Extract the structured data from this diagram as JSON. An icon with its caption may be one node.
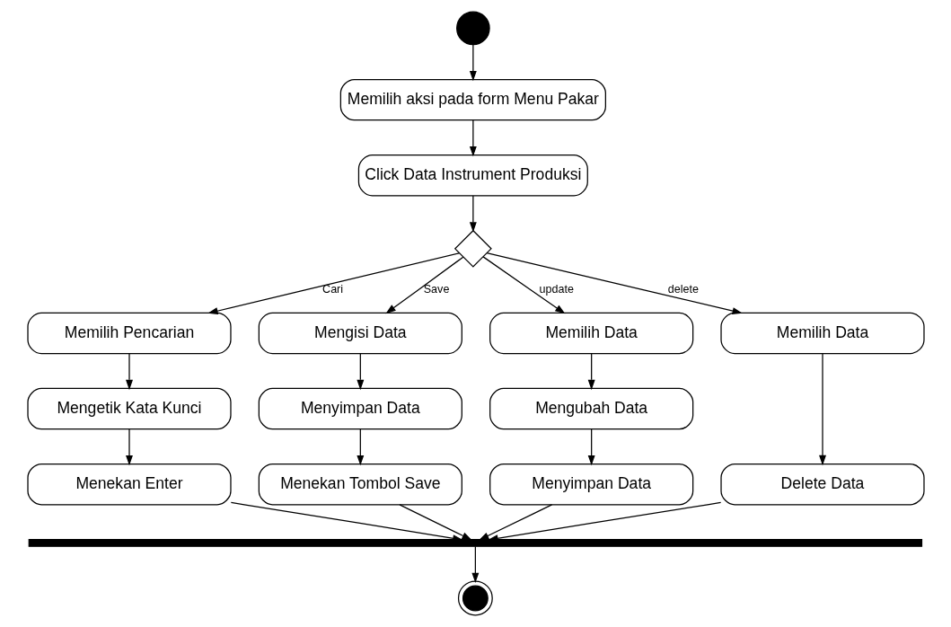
{
  "diagram": {
    "nodes": [
      {
        "text": [],
        "shape": "circle"
      },
      {
        "text": [
          "Memilih aksi pada form Menu Pakar"
        ]
      },
      {
        "text": [
          "Click Data Instrument Produksi"
        ]
      },
      {
        "text": [],
        "shape": "diamond"
      },
      {
        "text": [
          "Memilih Pencarian"
        ]
      },
      {
        "text": [
          "Mengisi Data"
        ]
      },
      {
        "text": [
          "Memilih Data"
        ]
      },
      {
        "text": [
          "Memilih Data"
        ]
      },
      {
        "text": [
          "Mengetik Kata Kunci"
        ]
      },
      {
        "text": [
          "Menyimpan Data"
        ]
      },
      {
        "text": [
          "Mengubah Data"
        ]
      },
      {
        "text": [
          "Menekan Enter"
        ]
      },
      {
        "text": [
          "Menekan Tombol Save"
        ]
      },
      {
        "text": [
          "Menyimpan Data"
        ]
      },
      {
        "text": [
          "Delete Data"
        ]
      },
      {
        "text": [],
        "shape": "bar"
      },
      {
        "text": [],
        "shape": "circle"
      }
    ],
    "edges": [
      {
        "from": 0,
        "to": 1,
        "arrow": "to"
      },
      {
        "from": 1,
        "to": 2,
        "arrow": "to"
      },
      {
        "from": 2,
        "to": 3,
        "arrow": "to"
      },
      {
        "from": 3,
        "to": 4,
        "arrow": "to",
        "label": "Cari"
      },
      {
        "from": 3,
        "to": 5,
        "arrow": "to",
        "label": "Save"
      },
      {
        "from": 3,
        "to": 6,
        "arrow": "to",
        "label": "update"
      },
      {
        "from": 3,
        "to": 7,
        "arrow": "to",
        "label": "delete"
      },
      {
        "from": 4,
        "to": 8,
        "arrow": "to"
      },
      {
        "from": 8,
        "to": 11,
        "arrow": "to"
      },
      {
        "from": 5,
        "to": 9,
        "arrow": "to"
      },
      {
        "from": 9,
        "to": 12,
        "arrow": "to"
      },
      {
        "from": 6,
        "to": 10,
        "arrow": "to"
      },
      {
        "from": 10,
        "to": 13,
        "arrow": "to"
      },
      {
        "from": 7,
        "to": 14,
        "arrow": "to"
      },
      {
        "from": 11,
        "to": 15,
        "arrow": "to"
      },
      {
        "from": 12,
        "to": 15,
        "arrow": "to"
      },
      {
        "from": 13,
        "to": 15,
        "arrow": "to"
      },
      {
        "from": 14,
        "to": 15,
        "arrow": "to"
      },
      {
        "from": 15,
        "to": 16,
        "arrow": "to"
      }
    ]
  }
}
